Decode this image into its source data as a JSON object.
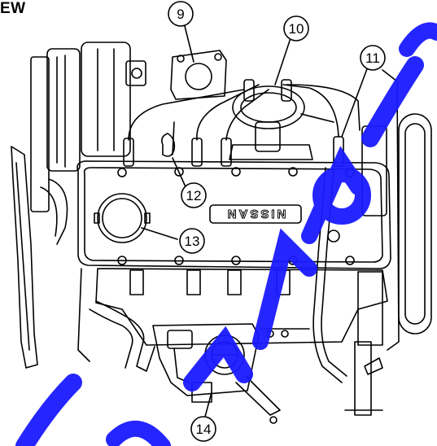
{
  "header": {
    "text": "EW"
  },
  "engine": {
    "cover_text": "NISSAN"
  },
  "callouts": [
    {
      "id": "9",
      "label": "9"
    },
    {
      "id": "10",
      "label": "10"
    },
    {
      "id": "11",
      "label": "11"
    },
    {
      "id": "12",
      "label": "12"
    },
    {
      "id": "13",
      "label": "13"
    },
    {
      "id": "14",
      "label": "14"
    }
  ],
  "colors": {
    "line": "#000000",
    "watermark": "#1a1aff",
    "background": "#ffffff"
  }
}
